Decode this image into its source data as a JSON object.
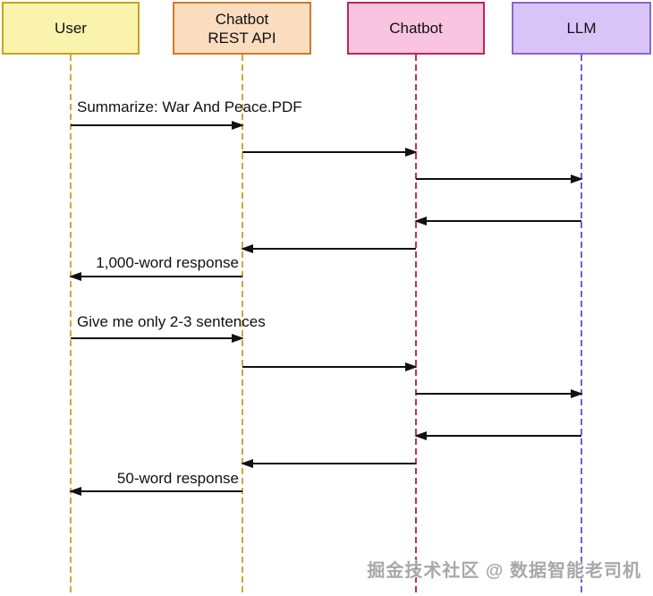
{
  "diagram_type": "sequence-diagram",
  "actors": [
    {
      "id": "user",
      "label": "User",
      "fill": "#FAF3AD",
      "border": "#C7A41B",
      "lifeline_color": "#D2A63C"
    },
    {
      "id": "rest",
      "label": "Chatbot\nREST API",
      "fill": "#FADCBE",
      "border": "#CE7B29",
      "lifeline_color": "#D2A63C"
    },
    {
      "id": "chatbot",
      "label": "Chatbot",
      "fill": "#F8C4DF",
      "border": "#C32655",
      "lifeline_color": "#C62D55"
    },
    {
      "id": "llm",
      "label": "LLM",
      "fill": "#D9C4F7",
      "border": "#8A66C9",
      "lifeline_color": "#6F62CE"
    }
  ],
  "messages": [
    {
      "from": "User",
      "to": "Chatbot REST API",
      "label": "Summarize: War And Peace.PDF"
    },
    {
      "from": "Chatbot REST API",
      "to": "Chatbot",
      "label": ""
    },
    {
      "from": "Chatbot",
      "to": "LLM",
      "label": ""
    },
    {
      "from": "LLM",
      "to": "Chatbot",
      "label": ""
    },
    {
      "from": "Chatbot",
      "to": "Chatbot REST API",
      "label": ""
    },
    {
      "from": "Chatbot REST API",
      "to": "User",
      "label": "1,000-word response"
    },
    {
      "from": "User",
      "to": "Chatbot REST API",
      "label": "Give me only 2-3 sentences"
    },
    {
      "from": "Chatbot REST API",
      "to": "Chatbot",
      "label": ""
    },
    {
      "from": "Chatbot",
      "to": "LLM",
      "label": ""
    },
    {
      "from": "LLM",
      "to": "Chatbot",
      "label": ""
    },
    {
      "from": "Chatbot",
      "to": "Chatbot REST API",
      "label": ""
    },
    {
      "from": "Chatbot REST API",
      "to": "User",
      "label": "50-word response"
    }
  ],
  "arrow_color": "#111111",
  "watermark": "掘金技术社区 @ 数据智能老司机"
}
